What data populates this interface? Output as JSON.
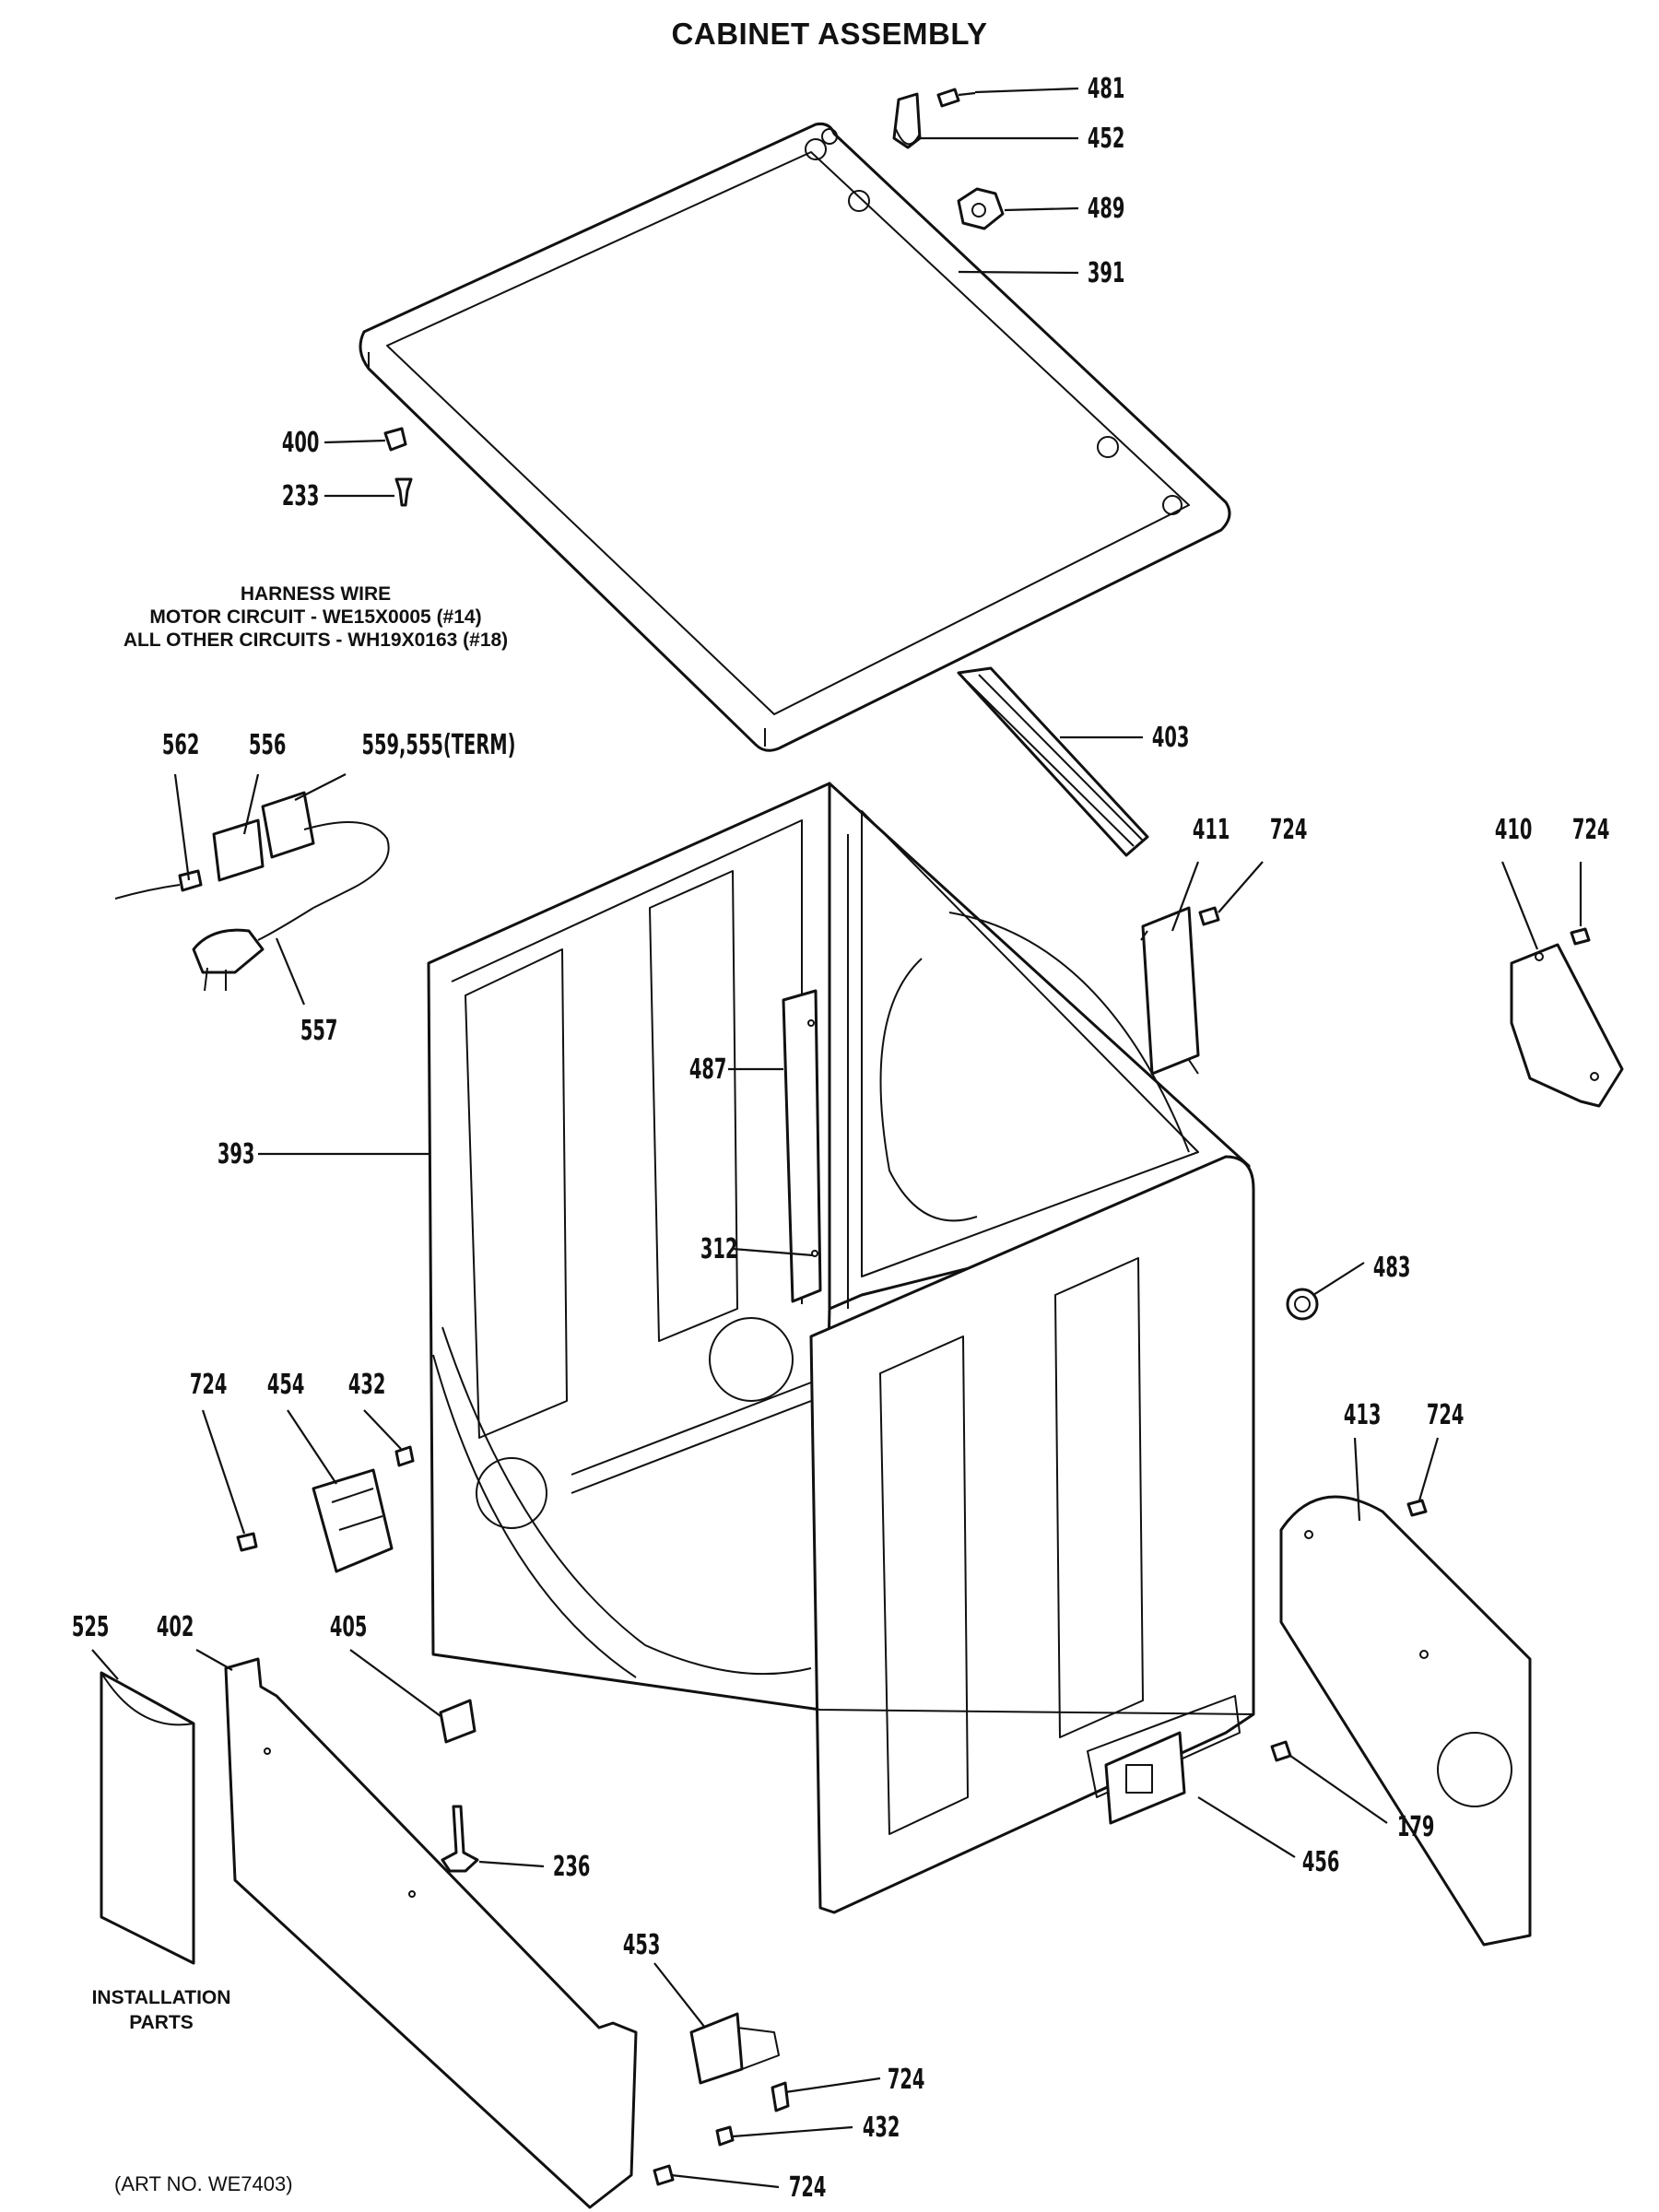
{
  "title": "CABINET ASSEMBLY",
  "harness_note": [
    "HARNESS WIRE",
    "MOTOR CIRCUIT - WE15X0005 (#14)",
    "ALL OTHER CIRCUITS - WH19X0163 (#18)"
  ],
  "installation_parts": [
    "INSTALLATION",
    "PARTS"
  ],
  "art_number": "(ART NO. WE7403)",
  "part_labels": {
    "p481": "481",
    "p452": "452",
    "p489": "489",
    "p391": "391",
    "p400": "400",
    "p233": "233",
    "p403": "403",
    "p562": "562",
    "p556": "556",
    "p559": "559,555(TERM)",
    "p557": "557",
    "p411": "411",
    "p724a": "724",
    "p410": "410",
    "p724b": "724",
    "p487": "487",
    "p393": "393",
    "p312": "312",
    "p483": "483",
    "p724c": "724",
    "p454": "454",
    "p432a": "432",
    "p413": "413",
    "p724d": "724",
    "p525": "525",
    "p402": "402",
    "p405": "405",
    "p236": "236",
    "p179": "179",
    "p456": "456",
    "p453": "453",
    "p724e": "724",
    "p432b": "432",
    "p724f": "724"
  }
}
